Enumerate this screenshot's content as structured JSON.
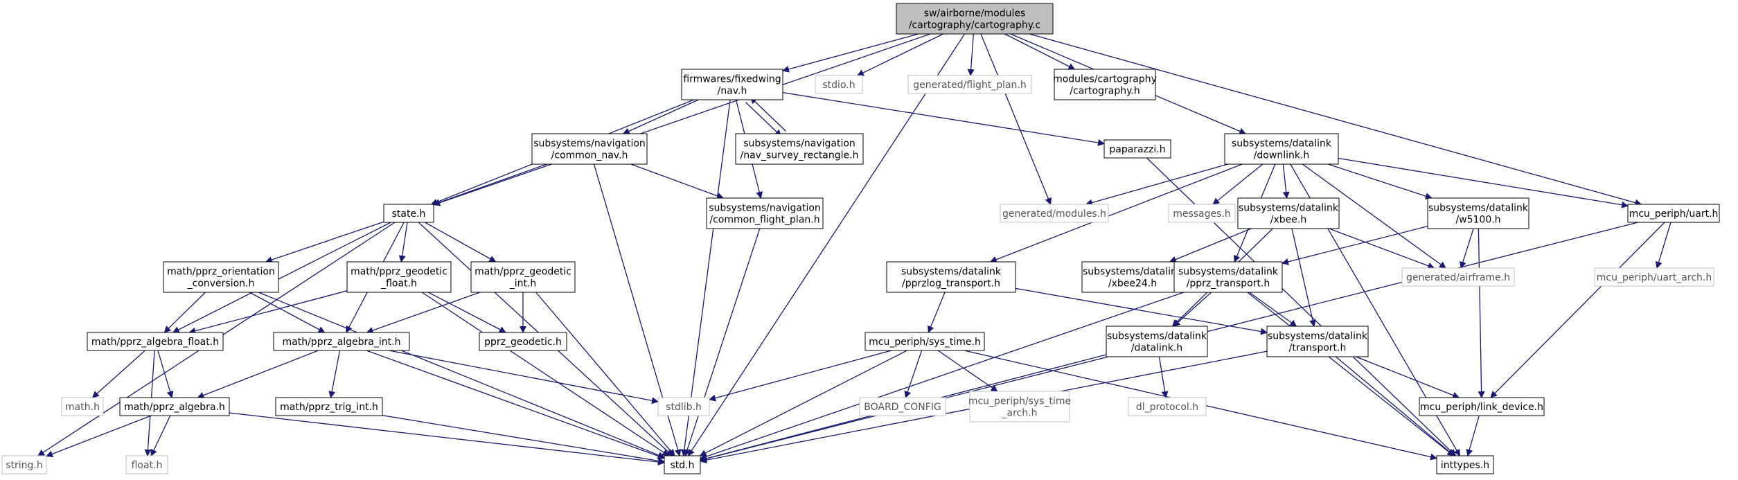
{
  "diagram": {
    "colors": {
      "edge": "#191970",
      "border_normal": "#000000",
      "border_external": "#bfbfbf",
      "root_fill": "#bfbfbf",
      "node_fill": "#ffffff"
    },
    "nodes": [
      {
        "id": "root",
        "lines": [
          "sw/airborne/modules",
          "/cartography/cartography.c"
        ],
        "kind": "root",
        "interactable": false
      },
      {
        "id": "nav_h",
        "lines": [
          "firmwares/fixedwing",
          "/nav.h"
        ],
        "kind": "link",
        "interactable": true
      },
      {
        "id": "stdio_h",
        "lines": [
          "stdio.h"
        ],
        "kind": "external",
        "interactable": false
      },
      {
        "id": "flight_plan_h",
        "lines": [
          "generated/flight_plan.h"
        ],
        "kind": "external",
        "interactable": false
      },
      {
        "id": "cartography_h",
        "lines": [
          "modules/cartography",
          "/cartography.h"
        ],
        "kind": "link",
        "interactable": true
      },
      {
        "id": "common_nav_h",
        "lines": [
          "subsystems/navigation",
          "/common_nav.h"
        ],
        "kind": "link",
        "interactable": true
      },
      {
        "id": "nav_survey_h",
        "lines": [
          "subsystems/navigation",
          "/nav_survey_rectangle.h"
        ],
        "kind": "link",
        "interactable": true
      },
      {
        "id": "paparazzi_h",
        "lines": [
          "paparazzi.h"
        ],
        "kind": "link",
        "interactable": true
      },
      {
        "id": "downlink_h",
        "lines": [
          "subsystems/datalink",
          "/downlink.h"
        ],
        "kind": "link",
        "interactable": true
      },
      {
        "id": "state_h",
        "lines": [
          "state.h"
        ],
        "kind": "link",
        "interactable": true
      },
      {
        "id": "common_fp_h",
        "lines": [
          "subsystems/navigation",
          "/common_flight_plan.h"
        ],
        "kind": "link",
        "interactable": true
      },
      {
        "id": "modules_h",
        "lines": [
          "generated/modules.h"
        ],
        "kind": "external",
        "interactable": false
      },
      {
        "id": "messages_h",
        "lines": [
          "messages.h"
        ],
        "kind": "external",
        "interactable": false
      },
      {
        "id": "xbee_h",
        "lines": [
          "subsystems/datalink",
          "/xbee.h"
        ],
        "kind": "link",
        "interactable": true
      },
      {
        "id": "w5100_h",
        "lines": [
          "subsystems/datalink",
          "/w5100.h"
        ],
        "kind": "link",
        "interactable": true
      },
      {
        "id": "uart_h",
        "lines": [
          "mcu_periph/uart.h"
        ],
        "kind": "link",
        "interactable": true
      },
      {
        "id": "orient_h",
        "lines": [
          "math/pprz_orientation",
          "_conversion.h"
        ],
        "kind": "link",
        "interactable": true
      },
      {
        "id": "geo_float_h",
        "lines": [
          "math/pprz_geodetic",
          "_float.h"
        ],
        "kind": "link",
        "interactable": true
      },
      {
        "id": "geo_int_h",
        "lines": [
          "math/pprz_geodetic",
          "_int.h"
        ],
        "kind": "link",
        "interactable": true
      },
      {
        "id": "pprzlog_h",
        "lines": [
          "subsystems/datalink",
          "/pprzlog_transport.h"
        ],
        "kind": "link",
        "interactable": true
      },
      {
        "id": "xbee24_h",
        "lines": [
          "subsystems/datalink",
          "/xbee24.h"
        ],
        "kind": "link",
        "interactable": true
      },
      {
        "id": "pprz_tr_h",
        "lines": [
          "subsystems/datalink",
          "/pprz_transport.h"
        ],
        "kind": "link",
        "interactable": true
      },
      {
        "id": "airframe_h",
        "lines": [
          "generated/airframe.h"
        ],
        "kind": "external",
        "interactable": false
      },
      {
        "id": "uart_arch_h",
        "lines": [
          "mcu_periph/uart_arch.h"
        ],
        "kind": "external",
        "interactable": false
      },
      {
        "id": "alg_float_h",
        "lines": [
          "math/pprz_algebra_float.h"
        ],
        "kind": "link",
        "interactable": true
      },
      {
        "id": "alg_int_h",
        "lines": [
          "math/pprz_algebra_int.h"
        ],
        "kind": "link",
        "interactable": true
      },
      {
        "id": "geodetic_h",
        "lines": [
          "pprz_geodetic.h"
        ],
        "kind": "link",
        "interactable": true
      },
      {
        "id": "sys_time_h",
        "lines": [
          "mcu_periph/sys_time.h"
        ],
        "kind": "link",
        "interactable": true
      },
      {
        "id": "datalink_h",
        "lines": [
          "subsystems/datalink",
          "/datalink.h"
        ],
        "kind": "link",
        "interactable": true
      },
      {
        "id": "transport_h",
        "lines": [
          "subsystems/datalink",
          "/transport.h"
        ],
        "kind": "link",
        "interactable": true
      },
      {
        "id": "math_h",
        "lines": [
          "math.h"
        ],
        "kind": "external",
        "interactable": false
      },
      {
        "id": "algebra_h",
        "lines": [
          "math/pprz_algebra.h"
        ],
        "kind": "link",
        "interactable": true
      },
      {
        "id": "trig_int_h",
        "lines": [
          "math/pprz_trig_int.h"
        ],
        "kind": "link",
        "interactable": true
      },
      {
        "id": "stdlib_h",
        "lines": [
          "stdlib.h"
        ],
        "kind": "external",
        "interactable": false
      },
      {
        "id": "board_cfg",
        "lines": [
          "BOARD_CONFIG"
        ],
        "kind": "external",
        "interactable": false
      },
      {
        "id": "sys_time_arch_h",
        "lines": [
          "mcu_periph/sys_time",
          "_arch.h"
        ],
        "kind": "external",
        "interactable": false
      },
      {
        "id": "dl_protocol_h",
        "lines": [
          "dl_protocol.h"
        ],
        "kind": "external",
        "interactable": false
      },
      {
        "id": "link_device_h",
        "lines": [
          "mcu_periph/link_device.h"
        ],
        "kind": "link",
        "interactable": true
      },
      {
        "id": "string_h",
        "lines": [
          "string.h"
        ],
        "kind": "external",
        "interactable": false
      },
      {
        "id": "float_h",
        "lines": [
          "float.h"
        ],
        "kind": "external",
        "interactable": false
      },
      {
        "id": "std_h",
        "lines": [
          "std.h"
        ],
        "kind": "link",
        "interactable": true
      },
      {
        "id": "inttypes_h",
        "lines": [
          "inttypes.h"
        ],
        "kind": "link",
        "interactable": true
      }
    ],
    "edges": [
      [
        "root",
        "nav_h"
      ],
      [
        "root",
        "stdio_h"
      ],
      [
        "root",
        "flight_plan_h"
      ],
      [
        "root",
        "cartography_h"
      ],
      [
        "root",
        "state_h"
      ],
      [
        "root",
        "std_h"
      ],
      [
        "root",
        "modules_h"
      ],
      [
        "root",
        "downlink_h"
      ],
      [
        "root",
        "uart_h"
      ],
      [
        "nav_h",
        "common_nav_h"
      ],
      [
        "nav_h",
        "nav_survey_h"
      ],
      [
        "nav_h",
        "paparazzi_h"
      ],
      [
        "nav_h",
        "state_h"
      ],
      [
        "nav_h",
        "common_fp_h"
      ],
      [
        "nav_h",
        "std_h"
      ],
      [
        "nav_survey_h",
        "nav_h"
      ],
      [
        "common_nav_h",
        "state_h"
      ],
      [
        "common_nav_h",
        "common_fp_h"
      ],
      [
        "common_nav_h",
        "std_h"
      ],
      [
        "common_fp_h",
        "std_h"
      ],
      [
        "paparazzi_h",
        "inttypes_h"
      ],
      [
        "downlink_h",
        "modules_h"
      ],
      [
        "downlink_h",
        "messages_h"
      ],
      [
        "downlink_h",
        "xbee_h"
      ],
      [
        "downlink_h",
        "w5100_h"
      ],
      [
        "downlink_h",
        "uart_h"
      ],
      [
        "downlink_h",
        "pprzlog_h"
      ],
      [
        "downlink_h",
        "pprz_tr_h"
      ],
      [
        "downlink_h",
        "airframe_h"
      ],
      [
        "downlink_h",
        "inttypes_h"
      ],
      [
        "state_h",
        "orient_h"
      ],
      [
        "state_h",
        "geo_float_h"
      ],
      [
        "state_h",
        "geo_int_h"
      ],
      [
        "state_h",
        "alg_float_h"
      ],
      [
        "state_h",
        "alg_int_h"
      ],
      [
        "state_h",
        "string_h"
      ],
      [
        "state_h",
        "std_h"
      ],
      [
        "xbee_h",
        "xbee24_h"
      ],
      [
        "xbee_h",
        "datalink_h"
      ],
      [
        "xbee_h",
        "transport_h"
      ],
      [
        "xbee_h",
        "airframe_h"
      ],
      [
        "w5100_h",
        "pprz_tr_h"
      ],
      [
        "w5100_h",
        "airframe_h"
      ],
      [
        "w5100_h",
        "link_device_h"
      ],
      [
        "uart_h",
        "uart_arch_h"
      ],
      [
        "uart_h",
        "link_device_h"
      ],
      [
        "uart_h",
        "std_h"
      ],
      [
        "orient_h",
        "alg_float_h"
      ],
      [
        "orient_h",
        "alg_int_h"
      ],
      [
        "orient_h",
        "std_h"
      ],
      [
        "geo_float_h",
        "alg_float_h"
      ],
      [
        "geo_float_h",
        "geodetic_h"
      ],
      [
        "geo_float_h",
        "std_h"
      ],
      [
        "geo_int_h",
        "alg_int_h"
      ],
      [
        "geo_int_h",
        "geodetic_h"
      ],
      [
        "geo_int_h",
        "std_h"
      ],
      [
        "pprzlog_h",
        "sys_time_h"
      ],
      [
        "pprzlog_h",
        "transport_h"
      ],
      [
        "pprz_tr_h",
        "datalink_h"
      ],
      [
        "pprz_tr_h",
        "transport_h"
      ],
      [
        "pprz_tr_h",
        "std_h"
      ],
      [
        "pprz_tr_h",
        "inttypes_h"
      ],
      [
        "alg_float_h",
        "math_h"
      ],
      [
        "alg_float_h",
        "algebra_h"
      ],
      [
        "alg_float_h",
        "float_h"
      ],
      [
        "alg_int_h",
        "algebra_h"
      ],
      [
        "alg_int_h",
        "trig_int_h"
      ],
      [
        "alg_int_h",
        "stdlib_h"
      ],
      [
        "alg_int_h",
        "std_h"
      ],
      [
        "sys_time_h",
        "stdlib_h"
      ],
      [
        "sys_time_h",
        "board_cfg"
      ],
      [
        "sys_time_h",
        "sys_time_arch_h"
      ],
      [
        "sys_time_h",
        "std_h"
      ],
      [
        "sys_time_h",
        "inttypes_h"
      ],
      [
        "datalink_h",
        "dl_protocol_h"
      ],
      [
        "datalink_h",
        "std_h"
      ],
      [
        "transport_h",
        "link_device_h"
      ],
      [
        "transport_h",
        "std_h"
      ],
      [
        "transport_h",
        "inttypes_h"
      ],
      [
        "algebra_h",
        "string_h"
      ],
      [
        "algebra_h",
        "float_h"
      ],
      [
        "algebra_h",
        "std_h"
      ],
      [
        "trig_int_h",
        "std_h"
      ],
      [
        "link_device_h",
        "inttypes_h"
      ]
    ]
  }
}
